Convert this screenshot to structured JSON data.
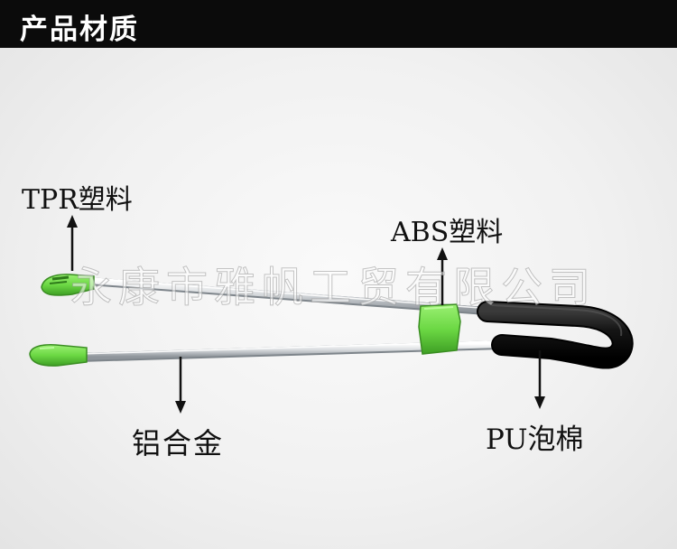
{
  "header": {
    "title": "产品材质"
  },
  "labels": {
    "tpr": "TPR塑料",
    "abs": "ABS塑料",
    "aluminum": "铝合金",
    "pu": "PU泡棉"
  },
  "watermark": "永康市雅帆工贸有限公司",
  "colors": {
    "header_bg": "#0b0b0b",
    "accent_green": "#6ed94a",
    "foam_black": "#111111",
    "rod_silver": "#d6d9dc"
  }
}
